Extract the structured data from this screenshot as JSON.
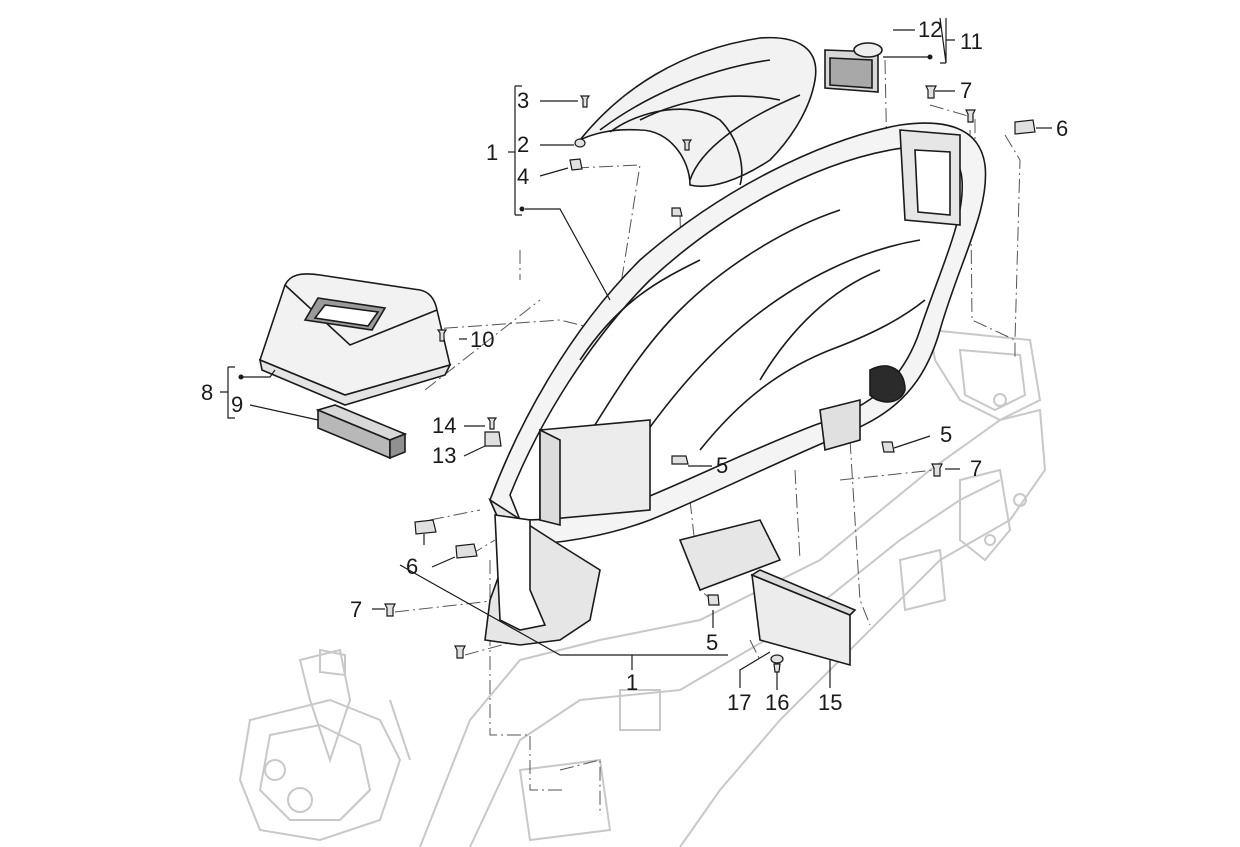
{
  "labels": {
    "l1a": "1",
    "l1b": "1",
    "l2": "2",
    "l3": "3",
    "l4": "4",
    "l5a": "5",
    "l5b": "5",
    "l5c": "5",
    "l6a": "6",
    "l6b": "6",
    "l7a": "7",
    "l7b": "7",
    "l7c": "7",
    "l8": "8",
    "l9": "9",
    "l10": "10",
    "l11": "11",
    "l12": "12",
    "l13": "13",
    "l14": "14",
    "l15": "15",
    "l16": "16",
    "l17": "17"
  },
  "colors": {
    "ink": "#1a1a1a",
    "frame": "#c8c8c8",
    "part_fill": "#f2f2f2",
    "dark_part": "#2b2b2b"
  }
}
